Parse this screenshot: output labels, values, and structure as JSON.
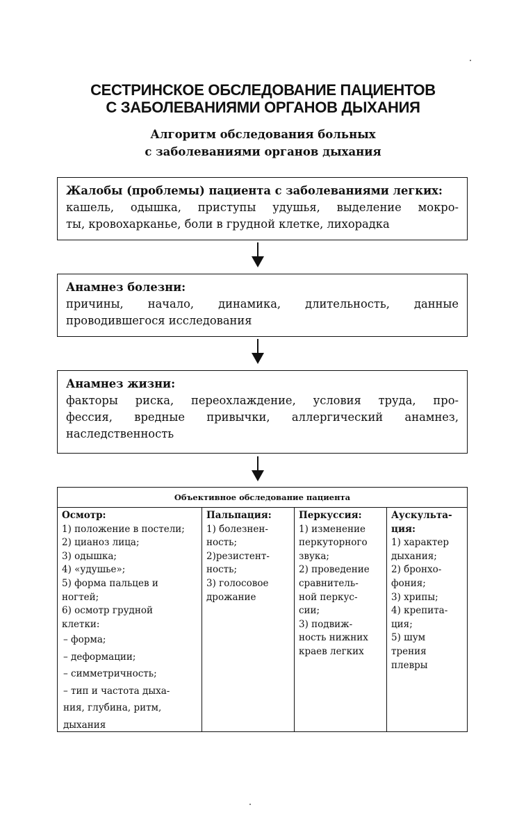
{
  "title": {
    "line1": "СЕСТРИНСКОЕ ОБСЛЕДОВАНИЕ ПАЦИЕНТОВ",
    "line2": "С ЗАБОЛЕВАНИЯМИ ОРГАНОВ ДЫХАНИЯ"
  },
  "subtitle": {
    "line1": "Алгоритм обследования больных",
    "line2": "с заболеваниями органов дыхания"
  },
  "complaints": {
    "heading": "Жалобы (проблемы) пациента с заболеваниями легких:",
    "lines": [
      "кашель, одышка, приступы удушья, выделение мокро-",
      "ты, кровохарканье, боли в грудной клетке, лихорадка"
    ]
  },
  "disease_history": {
    "heading": "Анамнез болезни:",
    "lines": [
      "причины, начало, динамика, длительность, данные",
      "проводившегося исследования"
    ]
  },
  "life_history": {
    "heading": "Анамнез жизни:",
    "lines": [
      "факторы риска, переохлаждение, условия труда, про-",
      "фессия, вредные привычки, аллергический анамнез,",
      "наследственность"
    ]
  },
  "exam": {
    "title": "Объективное обследование пациента",
    "columns": [
      {
        "heading": "Осмотр:",
        "items": [
          "1) положение в постели;",
          "2) цианоз лица;",
          "3) одышка;",
          "4) «удушье»;",
          "5) форма пальцев и",
          "ногтей;",
          "6) осмотр грудной",
          "клетки:"
        ],
        "subitems": [
          "– форма;",
          "– деформации;",
          "– симметричность;",
          "– тип и частота дыха-",
          "ния, глубина, ритм,",
          "дыхания"
        ]
      },
      {
        "heading": "Пальпация:",
        "items": [
          "1) болезнен-",
          "ность;",
          "2)резистент-",
          "ность;",
          "3) голосовое",
          "дрожание"
        ]
      },
      {
        "heading": "Перкуссия:",
        "items": [
          "1) изменение",
          "перкуторного",
          "звука;",
          "2) проведение",
          "сравнитель-",
          "ной перкус-",
          "сии;",
          "3) подвиж-",
          "ность нижних",
          "краев легких"
        ]
      },
      {
        "heading": "Аускульта-",
        "heading2": "ция:",
        "items": [
          "1) характер",
          "дыхания;",
          "2) бронхо-",
          "фония;",
          "3) хрипы;",
          "4) крепита-",
          "ция;",
          "5) шум",
          "трения",
          "плевры"
        ]
      }
    ]
  }
}
